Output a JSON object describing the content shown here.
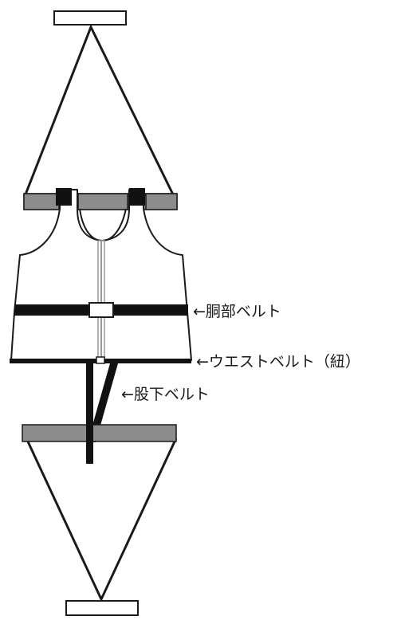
{
  "labels": {
    "chest_belt": "←胴部ベルト",
    "waist_belt": "←ウエストベルト（紐）",
    "crotch_belt": "←股下ベルト"
  },
  "colors": {
    "outline": "#1a1a1a",
    "belt": "#111111",
    "bar": "#8c8c8c",
    "zipper": "#9a9a9a",
    "background": "#ffffff"
  }
}
